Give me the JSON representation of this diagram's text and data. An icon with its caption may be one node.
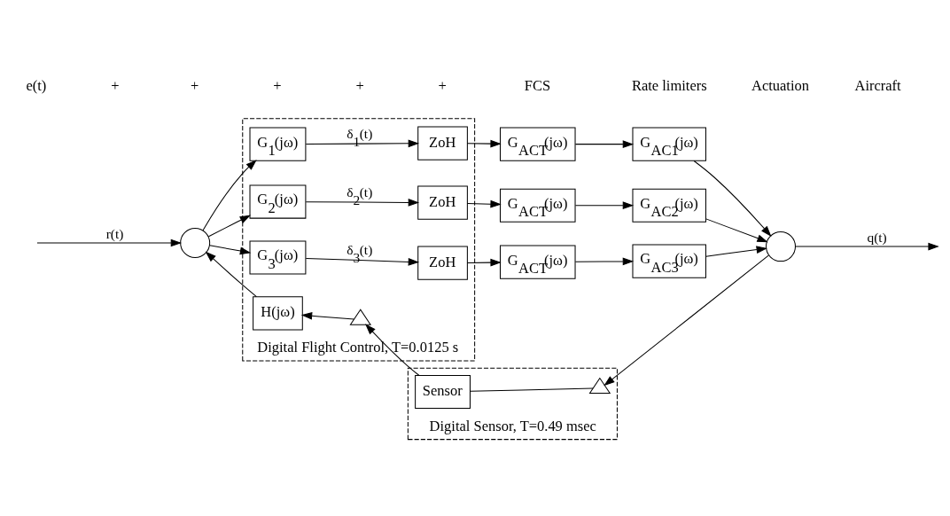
{
  "diagram": {
    "nodes": [
      {
        "text": [
          "Digital Flight Control, T=0.0125 s"
        ]
      },
      {
        "text": [
          "Digital Sensor, T=0.49 msec"
        ]
      },
      {
        "text": [],
        "shape": "circle"
      },
      {
        "text": [
          "G$_{1}$(jω)"
        ],
        "in": 0
      },
      {
        "text": [
          "ZoH"
        ],
        "in": 0
      },
      {
        "text": [
          "G$_{2}$(jω)"
        ],
        "in": 0
      },
      {
        "text": [
          "ZoH"
        ],
        "in": 0
      },
      {
        "text": [
          "G$_{3}$(jω)"
        ],
        "in": 0
      },
      {
        "text": [
          "ZoH"
        ],
        "in": 0
      },
      {
        "text": [
          "G$_{ACT}$(jω)"
        ]
      },
      {
        "text": [
          "G$_{AC1}$(jω)"
        ]
      },
      {
        "text": [
          "G$_{ACT}$(jω)"
        ]
      },
      {
        "text": [
          "G$_{AC2}$(jω)"
        ]
      },
      {
        "text": [
          "G$_{ACT}$(jω)"
        ]
      },
      {
        "text": [
          "G$_{AC3}$(jω)"
        ]
      },
      {
        "text": [],
        "shape": "circle"
      },
      {
        "text": [
          "Sensor"
        ],
        "in": 1
      },
      {
        "text": [],
        "shape": "switch",
        "in": 1
      },
      {
        "text": [],
        "shape": "switch",
        "in": 0
      },
      {
        "text": [
          "H(jω)"
        ],
        "in": 0
      }
    ],
    "edges": [
      {
        "from": null,
        "to": 2,
        "arrow": "to",
        "label": "r(t)"
      },
      {
        "from": 2,
        "to": 3,
        "arrow": "to"
      },
      {
        "from": 2,
        "to": 5,
        "arrow": "to"
      },
      {
        "from": 2,
        "to": 7,
        "arrow": "to"
      },
      {
        "from": 3,
        "to": 4,
        "arrow": "to",
        "label": "δ$_{1}$(t)"
      },
      {
        "from": 5,
        "to": 6,
        "arrow": "to",
        "label": "δ$_{2}$(t)"
      },
      {
        "from": 7,
        "to": 8,
        "arrow": "to",
        "label": "δ$_{3}$(t)"
      },
      {
        "from": 4,
        "to": 9,
        "arrow": "to"
      },
      {
        "from": 6,
        "to": 11,
        "arrow": "to"
      },
      {
        "from": 8,
        "to": 13,
        "arrow": "to"
      },
      {
        "from": 9,
        "to": 10,
        "arrow": "to"
      },
      {
        "from": 11,
        "to": 12,
        "arrow": "to"
      },
      {
        "from": 13,
        "to": 14,
        "arrow": "to"
      },
      {
        "from": 10,
        "to": 15,
        "arrow": "to"
      },
      {
        "from": 12,
        "to": 15,
        "arrow": "to"
      },
      {
        "from": 14,
        "to": 15,
        "arrow": "to"
      },
      {
        "from": 15,
        "to": null,
        "arrow": "to",
        "label": "q(t)"
      },
      {
        "from": 15,
        "to": 17,
        "arrow": "to"
      },
      {
        "from": 17,
        "to": 16,
        "arrow": "none"
      },
      {
        "from": 16,
        "to": 18,
        "arrow": "to"
      },
      {
        "from": 18,
        "to": 19,
        "arrow": "to"
      },
      {
        "from": 19,
        "to": 2,
        "arrow": "to"
      }
    ],
    "labels": [
      "e(t)",
      "+",
      "+",
      "+",
      "+",
      "+",
      "FCS",
      "Rate limiters",
      "Actuation",
      "Aircraft"
    ]
  }
}
